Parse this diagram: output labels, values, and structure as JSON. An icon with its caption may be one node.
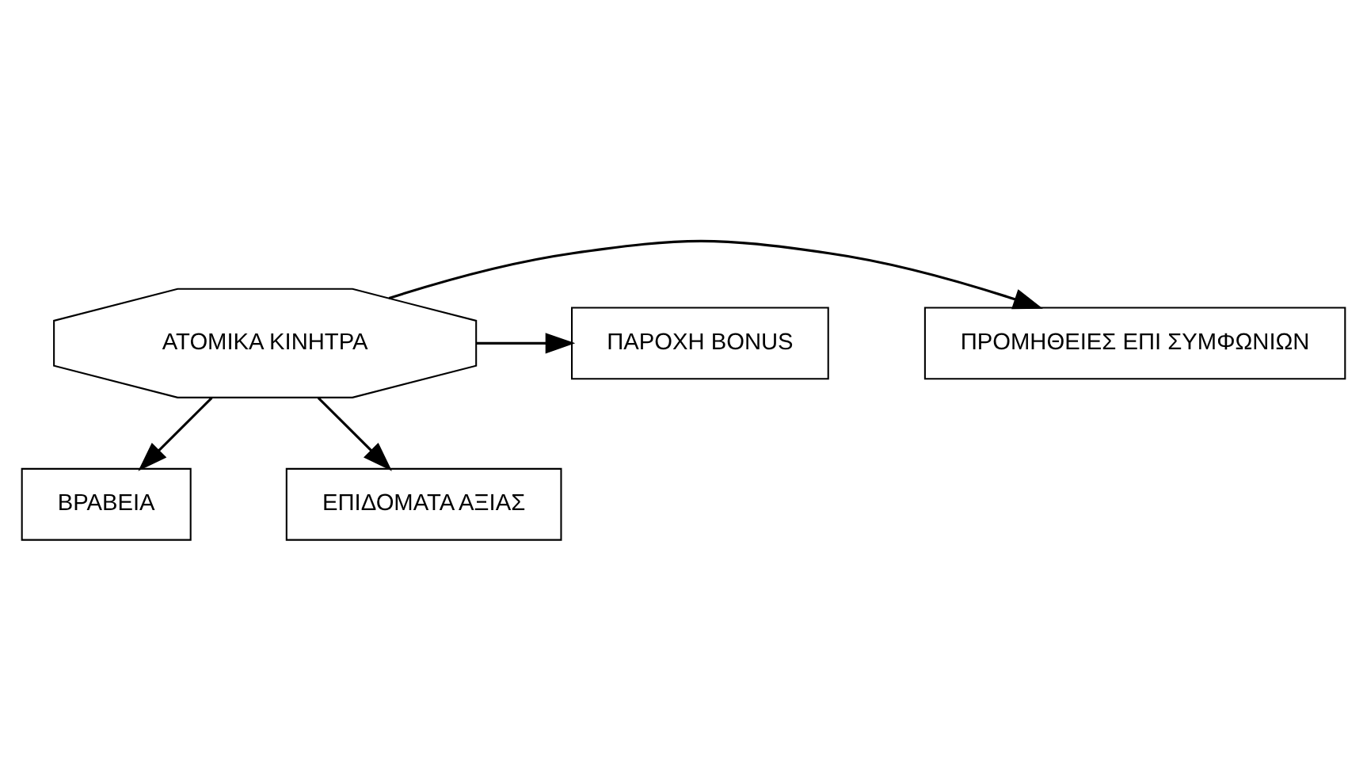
{
  "diagram": {
    "nodes": [
      {
        "text": [
          "ΒΡΑΒΕΙΑ"
        ]
      },
      {
        "text": [
          "ΠΑΡΟΧΗ BONUS"
        ]
      },
      {
        "text": [
          "ΑΤΟΜΙΚΑ ΚΙΝΗΤΡΑ"
        ]
      },
      {
        "text": [
          "ΠΡΟΜΗΘΕΙΕΣ ΕΠΙ ΣΥΜΦΩΝΙΩΝ"
        ]
      },
      {
        "text": [
          "ΕΠΙΔΟΜΑΤΑ ΑΞΙΑΣ"
        ]
      }
    ],
    "edges": [
      {
        "from": 2,
        "to": 0,
        "arrow": "to"
      },
      {
        "from": 2,
        "to": 1,
        "arrow": "to"
      },
      {
        "from": 2,
        "to": 3,
        "arrow": "to"
      },
      {
        "from": 2,
        "to": 4,
        "arrow": "to"
      }
    ]
  }
}
